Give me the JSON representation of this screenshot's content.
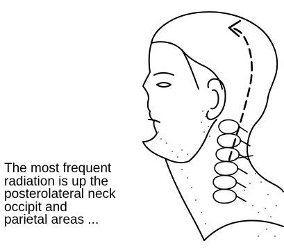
{
  "caption": {
    "lines": [
      "The most frequent",
      "radiation is up the",
      "posterolateral neck",
      "occipit and",
      "parietal areas ..."
    ]
  },
  "illustration": {
    "subject": "profile of head and neck with cervical spine",
    "ink_color": "#000000",
    "arrow_style": "dashed",
    "arrow_direction": "upward over occiput toward parietal region"
  }
}
